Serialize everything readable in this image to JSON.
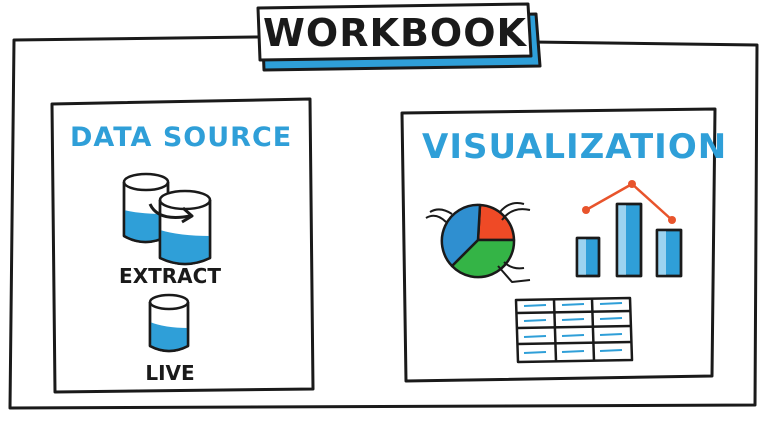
{
  "title": "WORKBOOK",
  "data_source": {
    "heading": "DATA SOURCE",
    "items": [
      {
        "label": "EXTRACT",
        "icon": "database-extract-icon"
      },
      {
        "label": "LIVE",
        "icon": "database-icon"
      }
    ]
  },
  "visualization": {
    "heading": "VISUALIZATION",
    "items": [
      {
        "icon": "pie-chart-icon"
      },
      {
        "icon": "bar-line-chart-icon"
      },
      {
        "icon": "table-grid-icon"
      }
    ]
  },
  "colors": {
    "accent_blue": "#2f9fd8",
    "accent_blue_light": "#9bd3f0",
    "pie_red": "#ef4a26",
    "pie_green": "#34b446",
    "pie_blue": "#2f8fd0",
    "ink": "#1a1a1a",
    "line_red": "#e8542c"
  }
}
